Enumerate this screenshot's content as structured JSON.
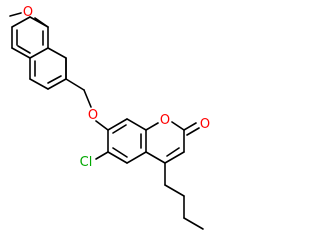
{
  "molecule": {
    "atoms": {
      "ether_o_methoxy": {
        "symbol": "O",
        "color": "#ff0000"
      },
      "ether_o_benzyloxy": {
        "symbol": "O",
        "color": "#ff0000"
      },
      "ring_o": {
        "symbol": "O",
        "color": "#ff0000"
      },
      "carbonyl_o": {
        "symbol": "O",
        "color": "#ff0000"
      },
      "chlorine": {
        "symbol": "Cl",
        "color": "#00a800"
      }
    },
    "bond_color": "#000000"
  }
}
